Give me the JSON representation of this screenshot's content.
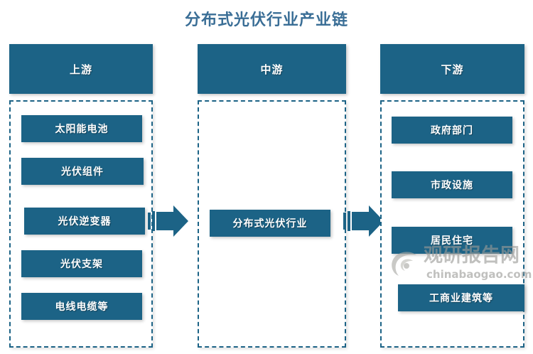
{
  "title": "分布式光伏行业产业链",
  "colors": {
    "box_fill": "#1c6386",
    "dash_border": "#1c6386",
    "title_text": "#3a6e96",
    "box_text": "#ffffff",
    "watermark": "#9a9a97",
    "background": "#ffffff"
  },
  "stages": {
    "upstream": {
      "header": "上游",
      "items": [
        {
          "label": "太阳能电池"
        },
        {
          "label": "光伏组件"
        },
        {
          "label": "光伏逆变器"
        },
        {
          "label": "光伏支架"
        },
        {
          "label": "电线电缆等"
        }
      ]
    },
    "midstream": {
      "header": "中游",
      "items": [
        {
          "label": "分布式光伏行业"
        }
      ]
    },
    "downstream": {
      "header": "下游",
      "items": [
        {
          "label": "政府部门"
        },
        {
          "label": "市政设施"
        },
        {
          "label": "居民住宅"
        },
        {
          "label": "工商业建筑等"
        }
      ]
    }
  },
  "arrows": [
    {
      "name": "upstream-to-midstream",
      "direction": "right"
    },
    {
      "name": "midstream-to-downstream",
      "direction": "right"
    }
  ],
  "watermark": {
    "brand": "观研报告网",
    "url": "chinabaogao.com",
    "logo": "swirl-logo-icon"
  }
}
